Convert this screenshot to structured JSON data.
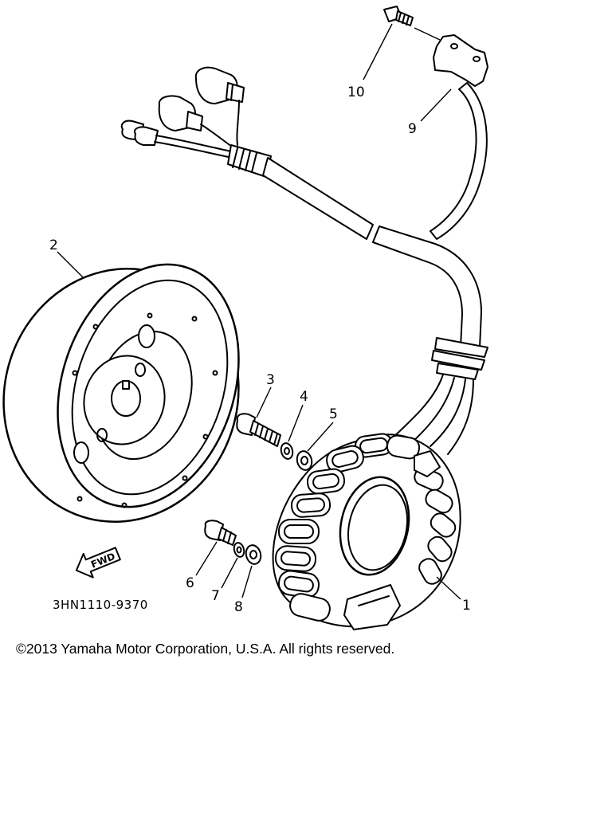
{
  "diagram": {
    "callouts": [
      "1",
      "2",
      "3",
      "4",
      "5",
      "6",
      "7",
      "8",
      "9",
      "10"
    ],
    "part_code": "3HN1110-9370",
    "fwd_label": "FWD"
  },
  "copyright": "©2013 Yamaha Motor Corporation, U.S.A. All rights reserved."
}
